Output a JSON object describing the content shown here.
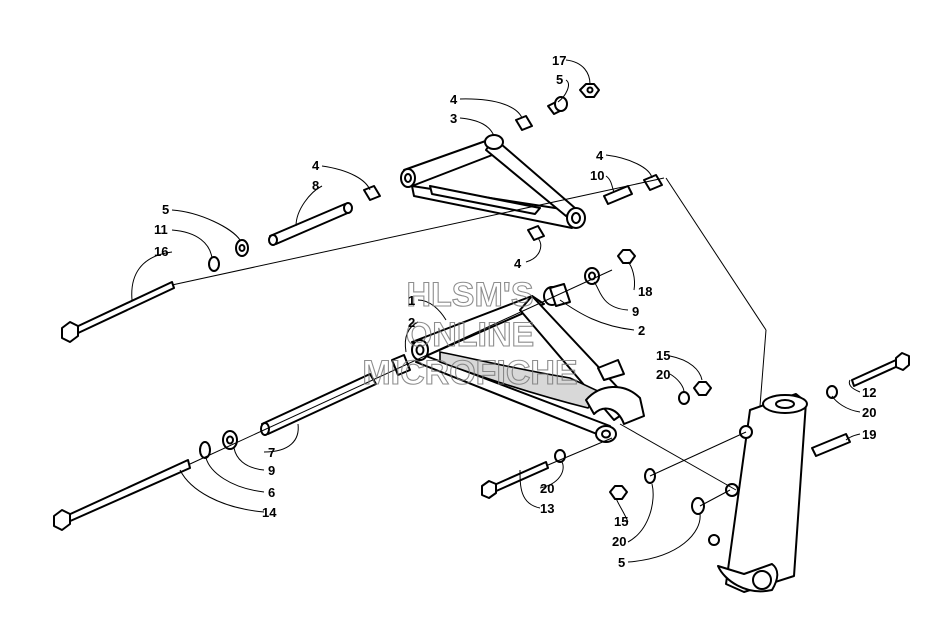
{
  "watermark": [
    "HLSM'S",
    "ONLINE",
    "MICROFICHE"
  ],
  "callouts": [
    "17",
    "5",
    "4",
    "3",
    "4",
    "10",
    "4",
    "8",
    "5",
    "11",
    "16",
    "4",
    "18",
    "9",
    "2",
    "1",
    "2",
    "15",
    "20",
    "12",
    "20",
    "19",
    "7",
    "9",
    "6",
    "14",
    "20",
    "13",
    "15",
    "20",
    "5"
  ],
  "colors": {
    "ink": "#000000",
    "watermark": "#7a7a7a",
    "background": "#ffffff"
  }
}
